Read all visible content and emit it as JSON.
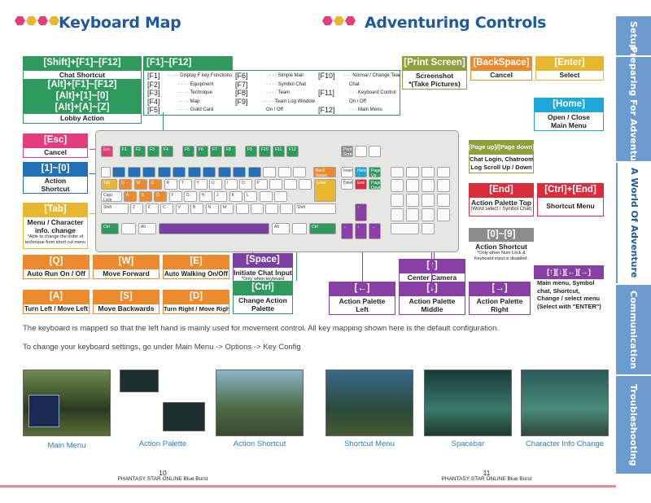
{
  "headings": {
    "left": "Keyboard Map",
    "right": "Adventuring Controls"
  },
  "sidebar": [
    "Setup",
    "Preparing For Adventure",
    "A World Of Adventure",
    "Communication",
    "Troubleshooting"
  ],
  "callouts": {
    "shiftf": {
      "header": "[Shift]+[F1]~[F12]",
      "line1": "Chat Shortcut"
    },
    "altkeys": {
      "header1": "[Alt]+[F1]~[F12]",
      "header2": "[Alt]+[1]~[0]",
      "header3": "[Alt]+[A]~[Z]",
      "line1": "Lobby Action"
    },
    "fkeys_header": "[F1]~[F12]",
    "fkeys_rows": [
      {
        "k": "[F1]",
        "t": "· · · · Display F key Functions"
      },
      {
        "k": "[F2]",
        "t": "· · · · Equipment"
      },
      {
        "k": "[F3]",
        "t": "· · · · Technique"
      },
      {
        "k": "[F4]",
        "t": "· · · · Map"
      },
      {
        "k": "[F5]",
        "t": "· · · · Guild Card"
      }
    ],
    "fkeys_rows2": [
      {
        "k": "[F6]",
        "t": "· · · · Simple Mail"
      },
      {
        "k": "[F7]",
        "t": "· · · · Symbol Chat"
      },
      {
        "k": "[F8]",
        "t": "· · · · Team"
      },
      {
        "k": "[F9]",
        "t": "· · · · Team Log Window"
      },
      {
        "k": "",
        "t": "On / Off"
      }
    ],
    "fkeys_rows3": [
      {
        "k": "[F10]",
        "t": "· · · Normal / Change Team"
      },
      {
        "k": "",
        "t": "Chat"
      },
      {
        "k": "[F11]",
        "t": "· · · Keyboard Control"
      },
      {
        "k": "",
        "t": "On / Off"
      },
      {
        "k": "[F12]",
        "t": "· · · Main Menu"
      }
    ],
    "printscreen": {
      "header": "[Print Screen]",
      "line1": "Screenshot",
      "line2": "*(Take Pictures)"
    },
    "backspace": {
      "header": "[BackSpace]",
      "line1": "Cancel"
    },
    "enter": {
      "header": "[Enter]",
      "line1": "Select"
    },
    "home": {
      "header": "[Home]",
      "line1": "Open / Close",
      "line2": "Main Menu"
    },
    "esc": {
      "header": "[Esc]",
      "line1": "Cancel"
    },
    "one_zero": {
      "header": "[1]~[0]",
      "line1": "Action",
      "line2": "Shortcut"
    },
    "tab": {
      "header": "[Tab]",
      "line1": "Menu / Character",
      "line2": "info. change",
      "note": "*Able to change the order of technique from short cut menu"
    },
    "pageupdown": {
      "header": "[Page up]/[Page down]",
      "line1": "Chat Login, Chatroom",
      "line2": "Log Scroll Up / Down"
    },
    "end": {
      "header": "[End]",
      "line1": "Action Palette Top",
      "line2": "(Word select / Symbol Chat)"
    },
    "ctrlend": {
      "header": "[Ctrl]+[End]",
      "line1": "Shortcut Menu"
    },
    "numpad": {
      "header": "[0]~[9]",
      "line1": "Action Shortcut",
      "note": "*Only when Num Lock & Keyboard input is disabled."
    },
    "q": {
      "header": "[Q]",
      "line1": "Auto Run On / Off"
    },
    "w": {
      "header": "[W]",
      "line1": "Move Forward"
    },
    "e": {
      "header": "[E]",
      "line1": "Auto Walking On/Off"
    },
    "a": {
      "header": "[A]",
      "line1": "Turn Left / Move Left"
    },
    "s": {
      "header": "[S]",
      "line1": "Move Backwards"
    },
    "d": {
      "header": "[D]",
      "line1": "Turn Right / Move Right"
    },
    "space": {
      "header": "[Space]",
      "line1": "Initiate Chat Input",
      "note": "*Only when keyboard enabled"
    },
    "ctrl": {
      "header": "[Ctrl]",
      "line1": "Change Action",
      "line2": "Palette"
    },
    "up": {
      "header": "[↑]",
      "line1": "Center Camera"
    },
    "left": {
      "header": "[←]",
      "line1": "Action Palette",
      "line2": "Left"
    },
    "down": {
      "header": "[↓]",
      "line1": "Action Palette",
      "line2": "Middle"
    },
    "right": {
      "header": "[→]",
      "line1": "Action Palette",
      "line2": "Right"
    },
    "arrows": {
      "header": "[↑][↓][←][→]",
      "line1": "Main menu, Symbol",
      "line2": "chat, Shortcut,",
      "line3": "Change / select menu",
      "line4": "(Select with \"ENTER\")"
    }
  },
  "body": {
    "p1": "The keyboard is mapped so that the left hand is mainly used for movement control.  All key mapping shown here is the default configuration.",
    "p2": "To change your keyboard settings, go under Main Menu -> Options -> Key Config"
  },
  "captions": [
    "Main Menu",
    "Action Palette",
    "Action Shortcut",
    "Shortcut Menu",
    "Spacebar",
    "Character Info Change"
  ],
  "footer": {
    "left_page": "10",
    "left_title": "PHANTASY STAR ONLINE Blue Burst",
    "right_page": "11",
    "right_title": "PHANTASY STAR ONLINE Blue Burst"
  },
  "keys": {
    "esc": "Esc",
    "tab": "Tab",
    "caps": "Caps Lock",
    "shift": "Shift",
    "ctrl": "Ctrl",
    "alt": "Alt",
    "enter": "Enter",
    "back": "Back Space",
    "prt": "Print Screen",
    "ins": "Insert",
    "home": "Home",
    "pgup": "Page Up",
    "del": "Delete",
    "end": "End",
    "pgdn": "Page Down",
    "f": [
      "F1",
      "F2",
      "F3",
      "F4",
      "F5",
      "F6",
      "F7",
      "F8",
      "F9",
      "F10",
      "F11",
      "F12"
    ],
    "qrow": [
      "Q",
      "W",
      "E",
      "R",
      "T",
      "Y",
      "U",
      "I",
      "O",
      "P"
    ],
    "arow": [
      "A",
      "S",
      "D",
      "F",
      "G",
      "H",
      "J",
      "K",
      "L"
    ],
    "zrow": [
      "Z",
      "X",
      "C",
      "V",
      "B",
      "N",
      "M"
    ]
  },
  "colors": {
    "title": "#1e5a9e",
    "green": "#2f9a5e",
    "pink": "#e43d7c",
    "blue": "#2170b8",
    "orange": "#ed8a2e",
    "purple": "#8a3fa6"
  }
}
